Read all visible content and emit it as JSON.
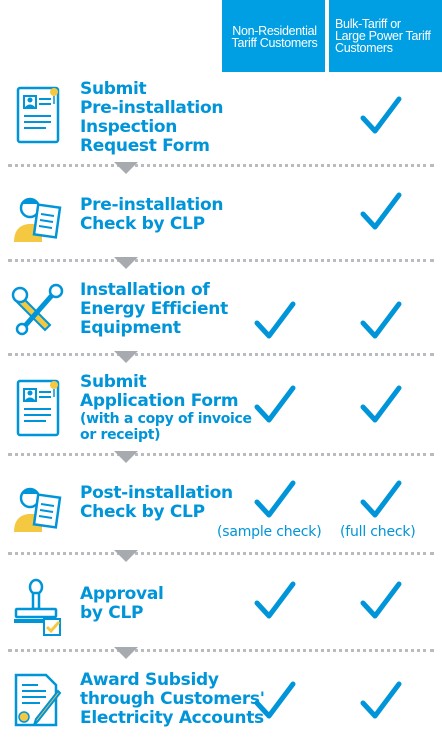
{
  "columns": {
    "non_residential": [
      "Non-Residential",
      "Tariff Customers"
    ],
    "bulk_tariff": [
      "Bulk-Tariff or",
      "Large Power Tariff",
      "Customers"
    ]
  },
  "steps": [
    {
      "title": [
        "Submit",
        "Pre-installation",
        "Inspection",
        "Request Form"
      ],
      "icon": "clipboard-form-icon",
      "non_residential": false,
      "bulk_tariff": true
    },
    {
      "title": [
        "Pre-installation",
        "Check by CLP"
      ],
      "icon": "inspector-document-icon",
      "non_residential": false,
      "bulk_tariff": true
    },
    {
      "title": [
        "Installation of",
        "Energy Efficient",
        "Equipment"
      ],
      "icon": "wrench-screwdriver-icon",
      "non_residential": true,
      "bulk_tariff": true
    },
    {
      "title": [
        "Submit",
        "Application Form"
      ],
      "subtitle": [
        "(with a copy of invoice",
        "or receipt)"
      ],
      "icon": "clipboard-form-icon",
      "non_residential": true,
      "bulk_tariff": true
    },
    {
      "title": [
        "Post-installation",
        "Check by CLP"
      ],
      "icon": "inspector-document-icon",
      "non_residential": true,
      "bulk_tariff": true,
      "notes": {
        "non_residential": "(sample check)",
        "bulk_tariff": "(full check)"
      }
    },
    {
      "title": [
        "Approval",
        "by CLP"
      ],
      "icon": "approval-stamp-icon",
      "non_residential": true,
      "bulk_tariff": true
    },
    {
      "title": [
        "Award Subsidy",
        "through Customers'",
        "Electricity Accounts"
      ],
      "icon": "certificate-pen-icon",
      "non_residential": true,
      "bulk_tariff": true
    }
  ],
  "colors": {
    "accent": "#0094d9",
    "header": "#009ee3",
    "icon_yellow": "#f5c842",
    "divider": "#b8bcc0"
  }
}
